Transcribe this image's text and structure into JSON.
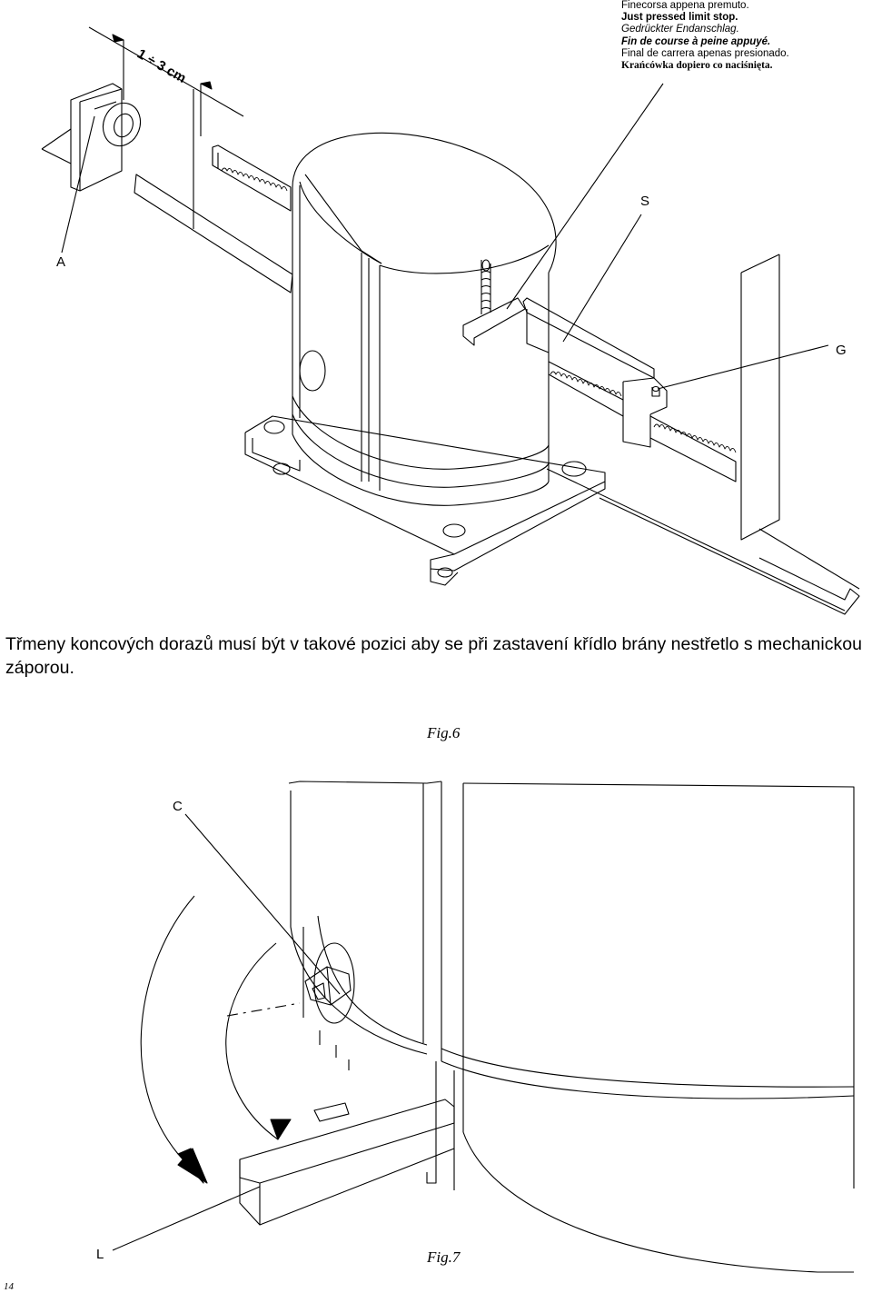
{
  "notes": [
    {
      "text": "Finecorsa appena premuto.",
      "style": "normal"
    },
    {
      "text": "Just pressed limit stop.",
      "style": "bold"
    },
    {
      "text": "Gedrückter Endanschlag.",
      "style": "italic"
    },
    {
      "text": "Fin de course à peine appuyé.",
      "style": "bolditalic"
    },
    {
      "text": "Final de carrera apenas presionado.",
      "style": "normal"
    },
    {
      "text": "Krańcówka dopiero co naciśnięta.",
      "style": "serifbold"
    }
  ],
  "fig6": {
    "dimension": "1 ÷ 3 cm",
    "labels": {
      "A": "A",
      "S": "S",
      "G": "G"
    },
    "title": "Fig.6"
  },
  "caption": "Třmeny koncových dorazů musí být v takové pozici aby se při zastavení křídlo brány nestřetlo s mechanickou záporou.",
  "fig7": {
    "labels": {
      "C": "C",
      "L": "L"
    },
    "title": "Fig.7"
  },
  "page_number": "14"
}
